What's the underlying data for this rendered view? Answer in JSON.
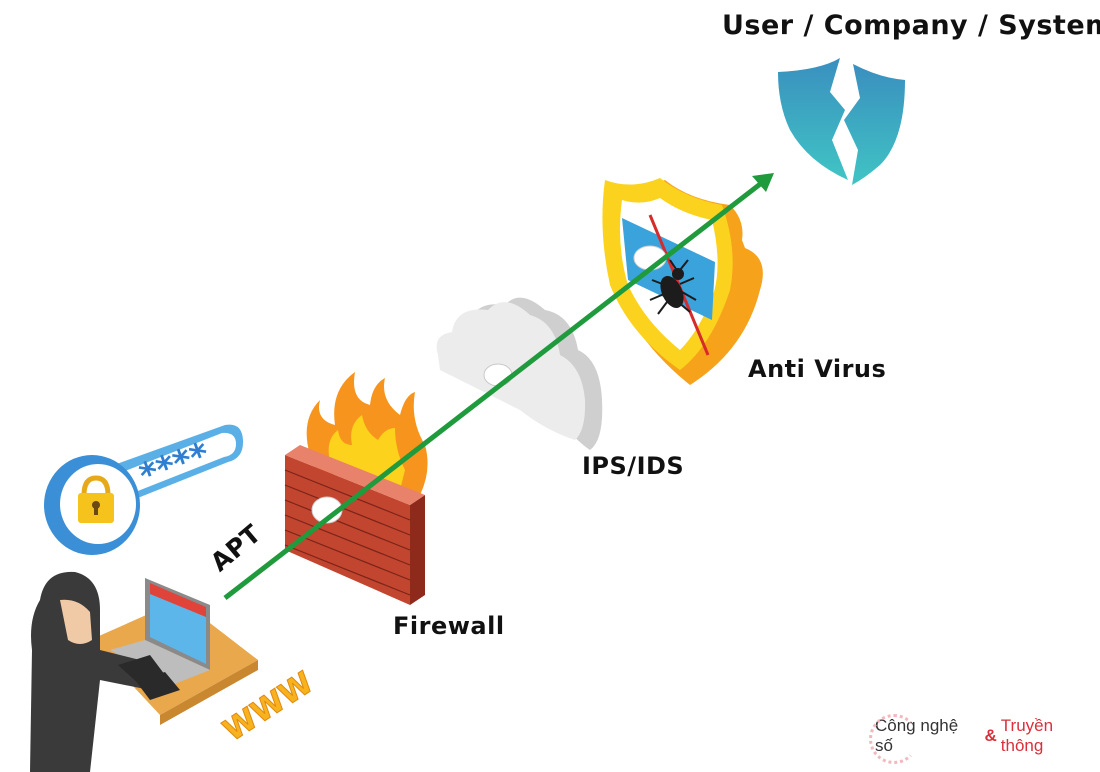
{
  "diagram": {
    "title": "User / Company / System",
    "flow": [
      "APT",
      "Firewall",
      "IPS/IDS",
      "Anti Virus",
      "User / Company / System"
    ],
    "labels": {
      "attack": "APT",
      "firewall": "Firewall",
      "ips": "IPS/IDS",
      "antivirus": "Anti Virus",
      "target": "User / Company / System"
    },
    "password_mask": "****",
    "www_text": "WWW",
    "colors": {
      "attack_path": "#1f9a3c",
      "shield_target": "#3aaec0",
      "firewall_brick": "#c2452f",
      "flame": "#f7941d",
      "cloud": "#e3e3e3",
      "antivirus_shield": "#f9c61a",
      "antivirus_screen": "#3aa3dc"
    }
  },
  "brand": {
    "part1": "Công nghệ số",
    "amp": "&",
    "part2": "Truyền thông"
  }
}
